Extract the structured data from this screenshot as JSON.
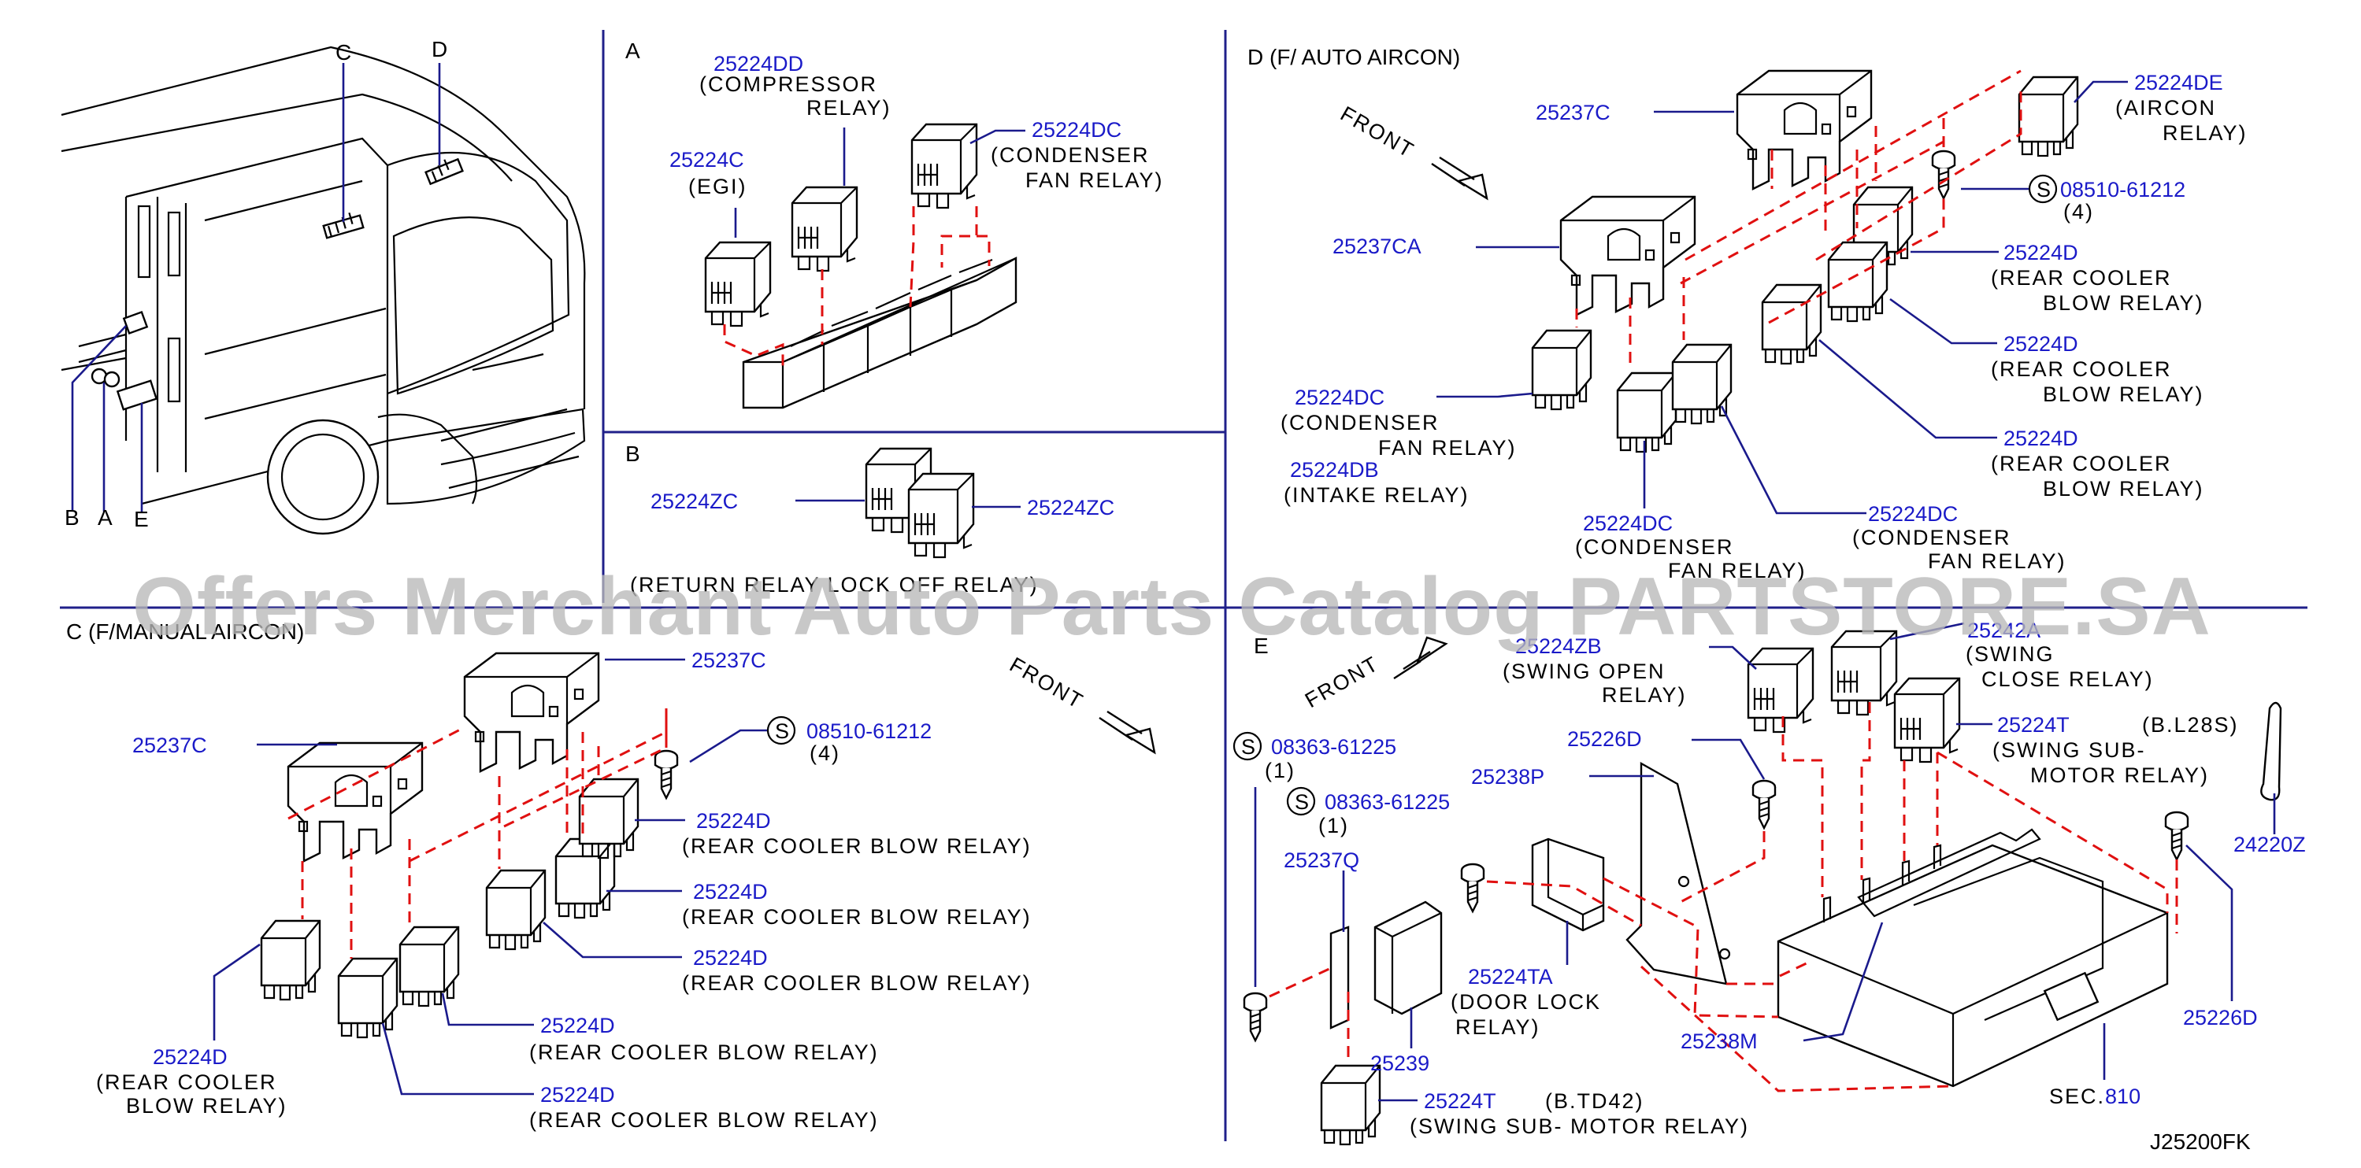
{
  "diagram_code": "J25200FK",
  "watermark": "Offers Merchant Auto Parts Catalog PARTSTORE.SA",
  "colors": {
    "part_number": "#1a1ac8",
    "dashed_guide": "#e01010",
    "divider": "#20208a",
    "leader": "#1a1a8c"
  },
  "overview": {
    "labels": {
      "c": "C",
      "d": "D",
      "b": "B",
      "a": "A",
      "e": "E"
    }
  },
  "sections": {
    "a": {
      "title": "A",
      "parts": [
        {
          "pn": "25224DD",
          "desc": [
            "(COMPRESSOR",
            "RELAY)"
          ]
        },
        {
          "pn": "25224C",
          "desc": [
            "(EGI)"
          ]
        },
        {
          "pn": "25224DC",
          "desc": [
            "(CONDENSER",
            "FAN   RELAY)"
          ]
        }
      ]
    },
    "b": {
      "title": "B",
      "parts": [
        {
          "pn": "25224ZC"
        },
        {
          "pn": "25224ZC"
        }
      ],
      "note": "(RETURN   RELAY LOCK   OFF   RELAY)"
    },
    "c": {
      "title": "C  (F/MANUAL   AIRCON)",
      "front": "FRONT",
      "screw": {
        "mark": "S",
        "pn": "08510-61212",
        "qty": "(4)"
      },
      "parts": [
        {
          "pn": "25237C"
        },
        {
          "pn": "25237C"
        },
        {
          "pn": "25224D",
          "desc": "(REAR   COOLER   BLOW   RELAY)"
        },
        {
          "pn": "25224D",
          "desc": "(REAR   COOLER   BLOW   RELAY)"
        },
        {
          "pn": "25224D",
          "desc": "(REAR   COOLER   BLOW   RELAY)"
        },
        {
          "pn": "25224D",
          "desc": "(REAR   COOLER   BLOW   RELAY)"
        },
        {
          "pn": "25224D",
          "desc": "(REAR   COOLER   BLOW   RELAY)"
        },
        {
          "pn": "25224D",
          "desc": [
            "(REAR   COOLER",
            "BLOW   RELAY)"
          ]
        }
      ]
    },
    "d": {
      "title": "D   (F/   AUTO   AIRCON)",
      "front": "FRONT",
      "screw": {
        "mark": "S",
        "pn": "08510-61212",
        "qty": "(4)"
      },
      "parts": [
        {
          "pn": "25237C"
        },
        {
          "pn": "25237CA"
        },
        {
          "pn": "25224DE",
          "desc": [
            "(AIRCON",
            "RELAY)"
          ]
        },
        {
          "pn": "25224D",
          "desc": [
            "(REAR   COOLER",
            "BLOW   RELAY)"
          ]
        },
        {
          "pn": "25224D",
          "desc": [
            "(REAR   COOLER",
            "BLOW   RELAY)"
          ]
        },
        {
          "pn": "25224D",
          "desc": [
            "(REAR   COOLER",
            "BLOW   RELAY)"
          ]
        },
        {
          "pn": "25224DC",
          "desc": [
            "(CONDENSER",
            "FAN   RELAY)"
          ]
        },
        {
          "pn": "25224DB",
          "desc": [
            "(INTAKE   RELAY)"
          ]
        },
        {
          "pn": "25224DC",
          "desc": [
            "(CONDENSER",
            "FAN   RELAY)"
          ]
        },
        {
          "pn": "25224DC",
          "desc": [
            "(CONDENSER",
            "FAN   RELAY)"
          ]
        }
      ]
    },
    "e": {
      "title": "E",
      "front": "FRONT",
      "screws": [
        {
          "mark": "S",
          "pn": "08363-61225",
          "qty": "(1)"
        },
        {
          "mark": "S",
          "pn": "08363-61225",
          "qty": "(1)"
        }
      ],
      "parts": [
        {
          "pn": "25224ZB",
          "desc": [
            "(SWING   OPEN",
            "RELAY)"
          ]
        },
        {
          "pn": "25242A",
          "desc": [
            "(SWING",
            "CLOSE   RELAY)"
          ]
        },
        {
          "pn": "25224T",
          "variant": "(B.L28S)",
          "desc": [
            "(SWING   SUB-",
            "MOTOR   RELAY)"
          ]
        },
        {
          "pn": "25226D"
        },
        {
          "pn": "25238P"
        },
        {
          "pn": "25237Q"
        },
        {
          "pn": "24220Z"
        },
        {
          "pn": "25224TA",
          "desc": [
            "(DOOR   LOCK",
            "RELAY)"
          ]
        },
        {
          "pn": "25238M"
        },
        {
          "pn": "25226D"
        },
        {
          "pn": "25239"
        },
        {
          "pn": "SEC.",
          "pn_suffix": "810"
        },
        {
          "pn": "25224T",
          "variant": "(B.TD42)",
          "desc": "(SWING   SUB-       MOTOR   RELAY)"
        }
      ]
    }
  }
}
